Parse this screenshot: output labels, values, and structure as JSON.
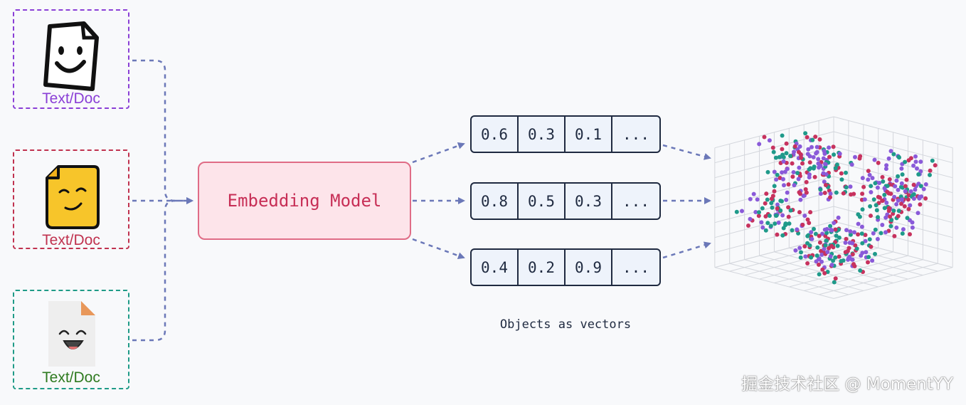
{
  "documents": [
    {
      "label": "Text/Doc",
      "color": "#8a3fd6",
      "icon": "smiling-document-icon"
    },
    {
      "label": "Text/Doc",
      "color": "#c0324f",
      "icon": "yellow-document-icon"
    },
    {
      "label": "Text/Doc",
      "color": "#1f9b87",
      "label_color": "#2e7a1f",
      "icon": "folded-corner-document-icon"
    }
  ],
  "model": {
    "label": "Embedding Model",
    "fill": "#fde4ea",
    "border": "#e06c86"
  },
  "vectors": [
    {
      "values": [
        "0.6",
        "0.3",
        "0.1",
        "..."
      ]
    },
    {
      "values": [
        "0.8",
        "0.5",
        "0.3",
        "..."
      ]
    },
    {
      "values": [
        "0.4",
        "0.2",
        "0.9",
        "..."
      ]
    }
  ],
  "caption": "Objects as vectors",
  "vector_space": {
    "icon": "3d-scatter-cube-icon",
    "point_colors": [
      "#c7325e",
      "#8a5ad9",
      "#1f9a8a"
    ]
  },
  "arrow_color": "#6b78b8",
  "watermark": "掘金技术社区 @ MomentYY"
}
